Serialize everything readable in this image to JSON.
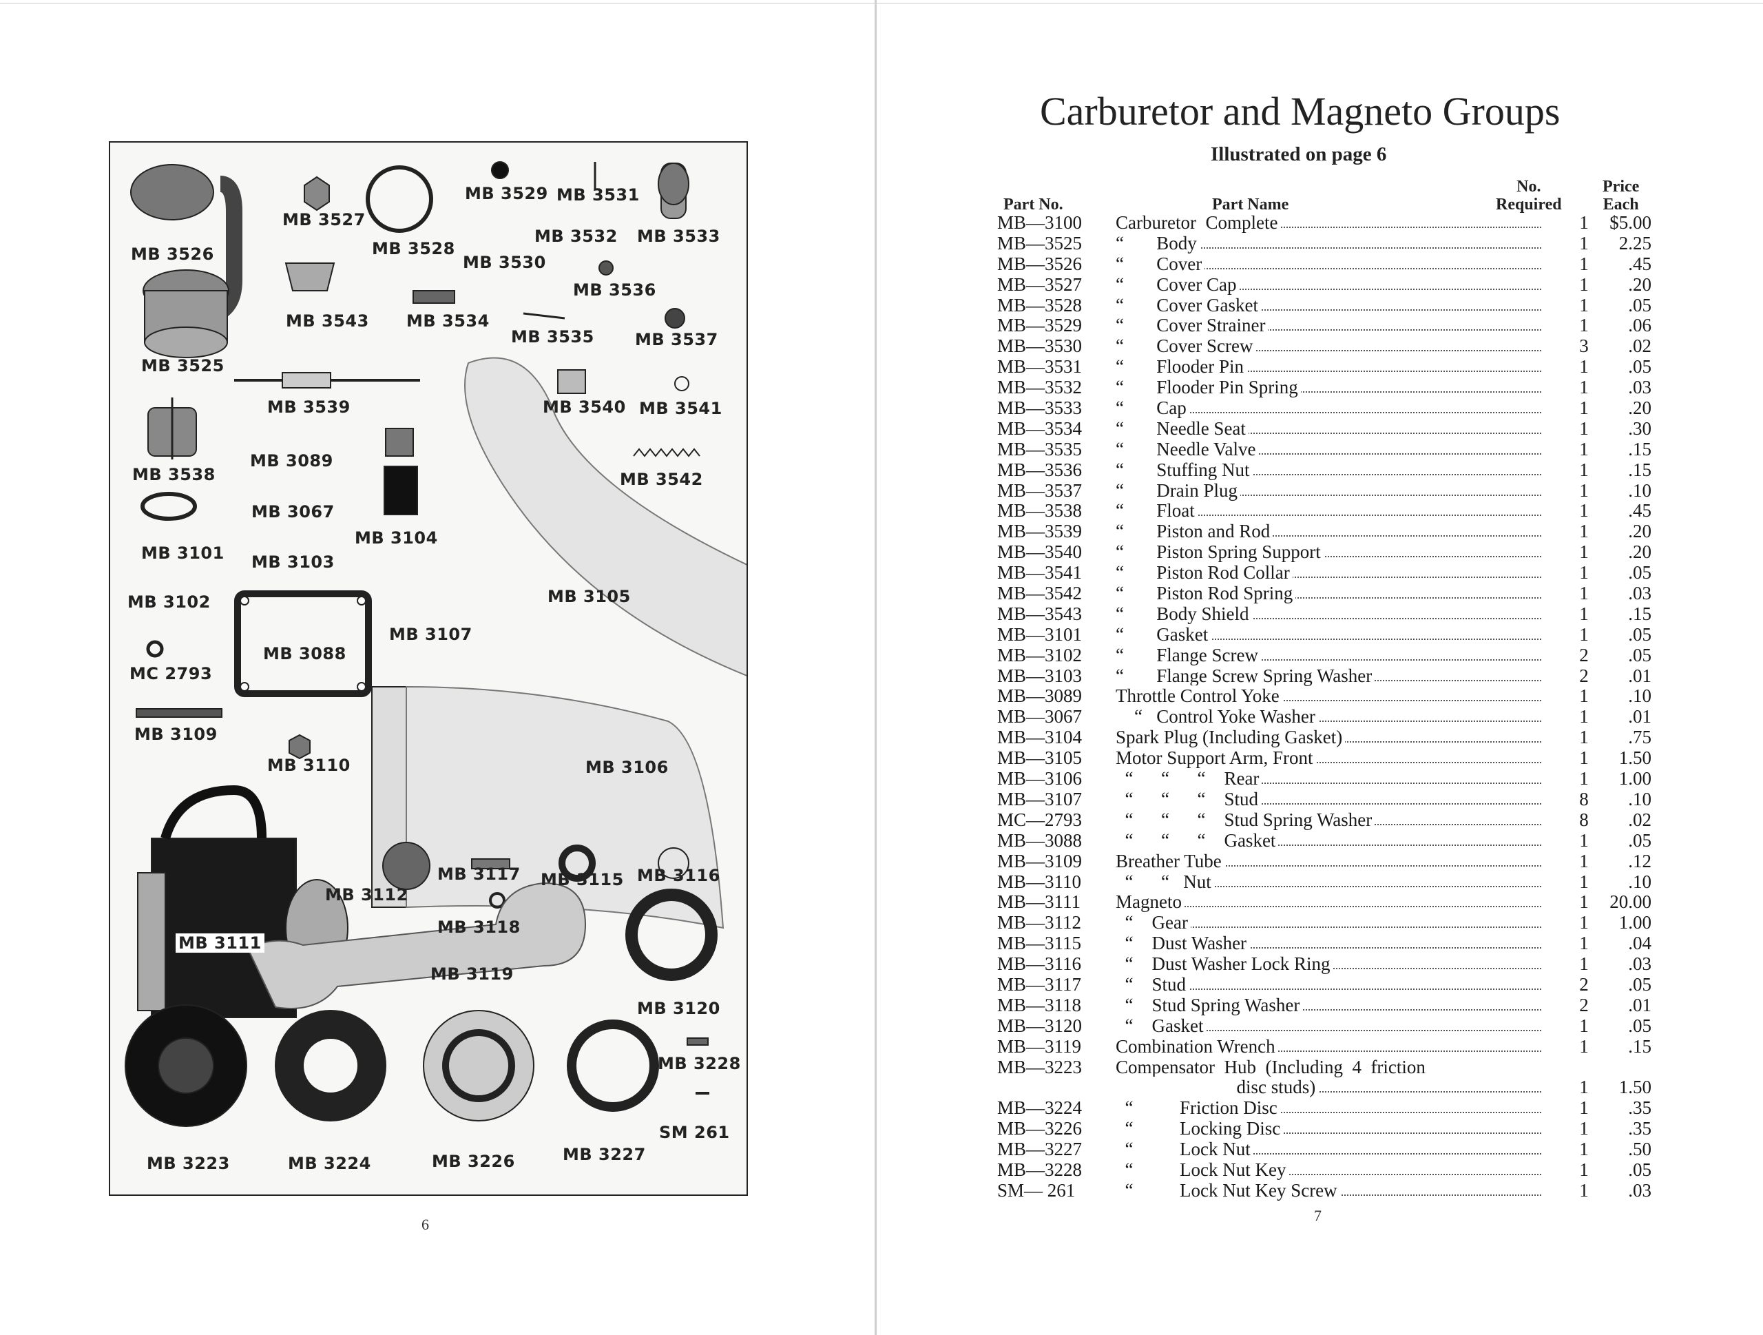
{
  "left_page": {
    "page_number": "6",
    "labels": [
      "MB 3526",
      "MB 3527",
      "MB 3528",
      "MB 3529",
      "MB 3531",
      "MB 3532",
      "MB 3533",
      "MB 3530",
      "MB 3536",
      "MB 3543",
      "MB 3534",
      "MB 3535",
      "MB 3537",
      "MB 3525",
      "MB 3539",
      "MB 3540",
      "MB 3541",
      "MB 3538",
      "MB 3089",
      "MB 3542",
      "MB 3067",
      "MB 3104",
      "MB 3101",
      "MB 3103",
      "MB 3102",
      "MB 3105",
      "MB 3107",
      "MB 3088",
      "MC 2793",
      "MB 3109",
      "MB 3110",
      "MB 3106",
      "MB 3117",
      "MB 3115",
      "MB 3116",
      "MB 3112",
      "MB 3111",
      "MB 3118",
      "MB 3119",
      "MB 3120",
      "MB 3228",
      "MB 3223",
      "MB 3224",
      "MB 3226",
      "MB 3227",
      "SM 261"
    ]
  },
  "right_page": {
    "title": "Carburetor and Magneto Groups",
    "subtitle": "Illustrated on page 6",
    "page_number": "7",
    "headers": {
      "part_no": "Part No.",
      "part_name": "Part Name",
      "no_required": "No.\nRequired",
      "price_each": "Price\nEach"
    },
    "rows": [
      {
        "pn": "MB—3100",
        "name": "Carburetor  Complete",
        "qty": "1",
        "price": "$5.00"
      },
      {
        "pn": "MB—3525",
        "name": "“       Body",
        "qty": "1",
        "price": "2.25"
      },
      {
        "pn": "MB—3526",
        "name": "“       Cover",
        "qty": "1",
        "price": ".45"
      },
      {
        "pn": "MB—3527",
        "name": "“       Cover Cap",
        "qty": "1",
        "price": ".20"
      },
      {
        "pn": "MB—3528",
        "name": "“       Cover Gasket",
        "qty": "1",
        "price": ".05"
      },
      {
        "pn": "MB—3529",
        "name": "“       Cover Strainer",
        "qty": "1",
        "price": ".06"
      },
      {
        "pn": "MB—3530",
        "name": "“       Cover Screw",
        "qty": "3",
        "price": ".02"
      },
      {
        "pn": "MB—3531",
        "name": "“       Flooder Pin",
        "qty": "1",
        "price": ".05"
      },
      {
        "pn": "MB—3532",
        "name": "“       Flooder Pin Spring",
        "qty": "1",
        "price": ".03"
      },
      {
        "pn": "MB—3533",
        "name": "“       Cap",
        "qty": "1",
        "price": ".20"
      },
      {
        "pn": "MB—3534",
        "name": "“       Needle Seat",
        "qty": "1",
        "price": ".30"
      },
      {
        "pn": "MB—3535",
        "name": "“       Needle Valve",
        "qty": "1",
        "price": ".15"
      },
      {
        "pn": "MB—3536",
        "name": "“       Stuffing Nut",
        "qty": "1",
        "price": ".15"
      },
      {
        "pn": "MB—3537",
        "name": "“       Drain Plug",
        "qty": "1",
        "price": ".10"
      },
      {
        "pn": "MB—3538",
        "name": "“       Float",
        "qty": "1",
        "price": ".45"
      },
      {
        "pn": "MB—3539",
        "name": "“       Piston and Rod",
        "qty": "1",
        "price": ".20"
      },
      {
        "pn": "MB—3540",
        "name": "“       Piston Spring Support",
        "qty": "1",
        "price": ".20"
      },
      {
        "pn": "MB—3541",
        "name": "“       Piston Rod Collar",
        "qty": "1",
        "price": ".05"
      },
      {
        "pn": "MB—3542",
        "name": "“       Piston Rod Spring",
        "qty": "1",
        "price": ".03"
      },
      {
        "pn": "MB—3543",
        "name": "“       Body Shield",
        "qty": "1",
        "price": ".15"
      },
      {
        "pn": "MB—3101",
        "name": "“       Gasket",
        "qty": "1",
        "price": ".05"
      },
      {
        "pn": "MB—3102",
        "name": "“       Flange Screw",
        "qty": "2",
        "price": ".05"
      },
      {
        "pn": "MB—3103",
        "name": "“       Flange Screw Spring Washer",
        "qty": "2",
        "price": ".01"
      },
      {
        "pn": "MB—3089",
        "name": "Throttle Control Yoke",
        "qty": "1",
        "price": ".10"
      },
      {
        "pn": "MB—3067",
        "name": "    “   Control Yoke Washer",
        "qty": "1",
        "price": ".01"
      },
      {
        "pn": "MB—3104",
        "name": "Spark Plug (Including Gasket)",
        "qty": "1",
        "price": ".75"
      },
      {
        "pn": "MB—3105",
        "name": "Motor Support Arm, Front",
        "qty": "1",
        "price": "1.50"
      },
      {
        "pn": "MB—3106",
        "name": "  “      “      “    Rear",
        "qty": "1",
        "price": "1.00"
      },
      {
        "pn": "MB—3107",
        "name": "  “      “      “    Stud",
        "qty": "8",
        "price": ".10"
      },
      {
        "pn": "MC—2793",
        "name": "  “      “      “    Stud Spring Washer",
        "qty": "8",
        "price": ".02"
      },
      {
        "pn": "MB—3088",
        "name": "  “      “      “    Gasket",
        "qty": "1",
        "price": ".05"
      },
      {
        "pn": "MB—3109",
        "name": "Breather Tube",
        "qty": "1",
        "price": ".12"
      },
      {
        "pn": "MB—3110",
        "name": "  “      “   Nut",
        "qty": "1",
        "price": ".10"
      },
      {
        "pn": "MB—3111",
        "name": "Magneto",
        "qty": "1",
        "price": "20.00"
      },
      {
        "pn": "MB—3112",
        "name": "  “    Gear",
        "qty": "1",
        "price": "1.00"
      },
      {
        "pn": "MB—3115",
        "name": "  “    Dust Washer",
        "qty": "1",
        "price": ".04"
      },
      {
        "pn": "MB—3116",
        "name": "  “    Dust Washer Lock Ring",
        "qty": "1",
        "price": ".03"
      },
      {
        "pn": "MB—3117",
        "name": "  “    Stud",
        "qty": "2",
        "price": ".05"
      },
      {
        "pn": "MB—3118",
        "name": "  “    Stud Spring Washer",
        "qty": "2",
        "price": ".01"
      },
      {
        "pn": "MB—3120",
        "name": "  “    Gasket",
        "qty": "1",
        "price": ".05"
      },
      {
        "pn": "MB—3119",
        "name": "Combination Wrench",
        "qty": "1",
        "price": ".15"
      },
      {
        "pn": "MB—3223",
        "name": "Compensator  Hub  (Including  4  friction",
        "qty": "",
        "price": ""
      },
      {
        "pn": "",
        "name": "                          disc studs)",
        "qty": "1",
        "price": "1.50"
      },
      {
        "pn": "MB—3224",
        "name": "  “          Friction Disc",
        "qty": "1",
        "price": ".35"
      },
      {
        "pn": "MB—3226",
        "name": "  “          Locking Disc",
        "qty": "1",
        "price": ".35"
      },
      {
        "pn": "MB—3227",
        "name": "  “          Lock Nut",
        "qty": "1",
        "price": ".50"
      },
      {
        "pn": "MB—3228",
        "name": "  “          Lock Nut Key",
        "qty": "1",
        "price": ".05"
      },
      {
        "pn": "SM—  261",
        "name": "  “          Lock Nut Key Screw",
        "qty": "1",
        "price": ".03"
      }
    ]
  }
}
